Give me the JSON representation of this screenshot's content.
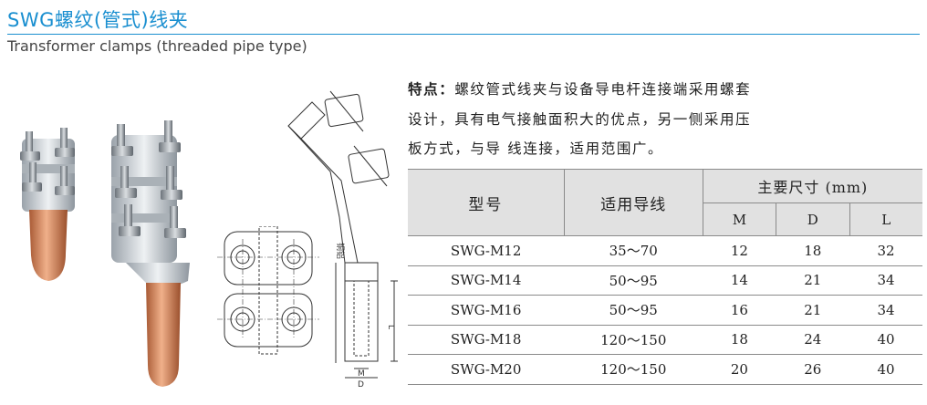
{
  "title": {
    "cn": "SWG螺纹(管式)线夹",
    "en": "Transformer clamps (threaded pipe type)"
  },
  "features": {
    "label": "特点：",
    "text": "螺纹管式线夹与设备导电杆连接端采用螺套设计，具有电气接触面积大的优点，另一侧采用压板方式，与导 线连接，适用范围广。"
  },
  "drawing": {
    "label_l": "L",
    "label_m": "M",
    "label_d": "D",
    "label_material": "铜铝"
  },
  "table": {
    "head_model": "型号",
    "head_wire": "适用导线",
    "head_dims": "主要尺寸  (mm)",
    "head_m": "M",
    "head_d": "D",
    "head_l": "L",
    "rows": [
      {
        "model": "SWG-M12",
        "wire": "35～70",
        "m": "12",
        "d": "18",
        "l": "32"
      },
      {
        "model": "SWG-M14",
        "wire": "50～95",
        "m": "14",
        "d": "21",
        "l": "34"
      },
      {
        "model": "SWG-M16",
        "wire": "50～95",
        "m": "16",
        "d": "21",
        "l": "34"
      },
      {
        "model": "SWG-M18",
        "wire": "120～150",
        "m": "18",
        "d": "24",
        "l": "40"
      },
      {
        "model": "SWG-M20",
        "wire": "120～150",
        "m": "20",
        "d": "26",
        "l": "40"
      }
    ]
  },
  "colors": {
    "title": "#1a8fd0",
    "header_bg": "#e1e1e1",
    "copper": "#d98a5e",
    "aluminum": "#c8cdd2"
  }
}
